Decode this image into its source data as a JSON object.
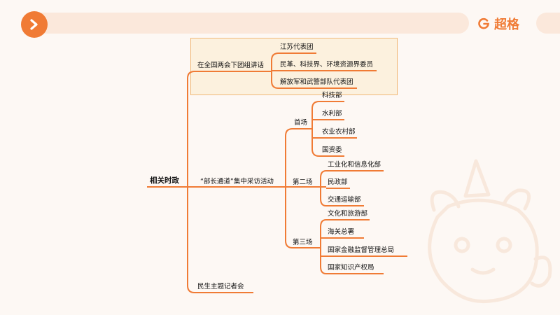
{
  "brand": {
    "name": "超格",
    "accent_color": "#f07b35"
  },
  "mindmap": {
    "root": "相关时政",
    "branches": [
      {
        "label": "在全国两会下团组讲话",
        "children": [
          "江苏代表团",
          "民革、科技界、环境资源界委员",
          "解放军和武警部队代表团"
        ]
      },
      {
        "label": "“部长通道”集中采访活动",
        "groups": [
          {
            "label": "首场",
            "children": [
              "科技部",
              "水利部",
              "农业农村部",
              "国资委"
            ]
          },
          {
            "label": "第二场",
            "children": [
              "工业化和信息化部",
              "民政部",
              "交通运输部"
            ]
          },
          {
            "label": "第三场",
            "children": [
              "文化和旅游部",
              "海关总署",
              "国家金融监督管理总局",
              "国家知识产权局"
            ]
          }
        ]
      },
      {
        "label": "民生主题记者会"
      }
    ]
  }
}
